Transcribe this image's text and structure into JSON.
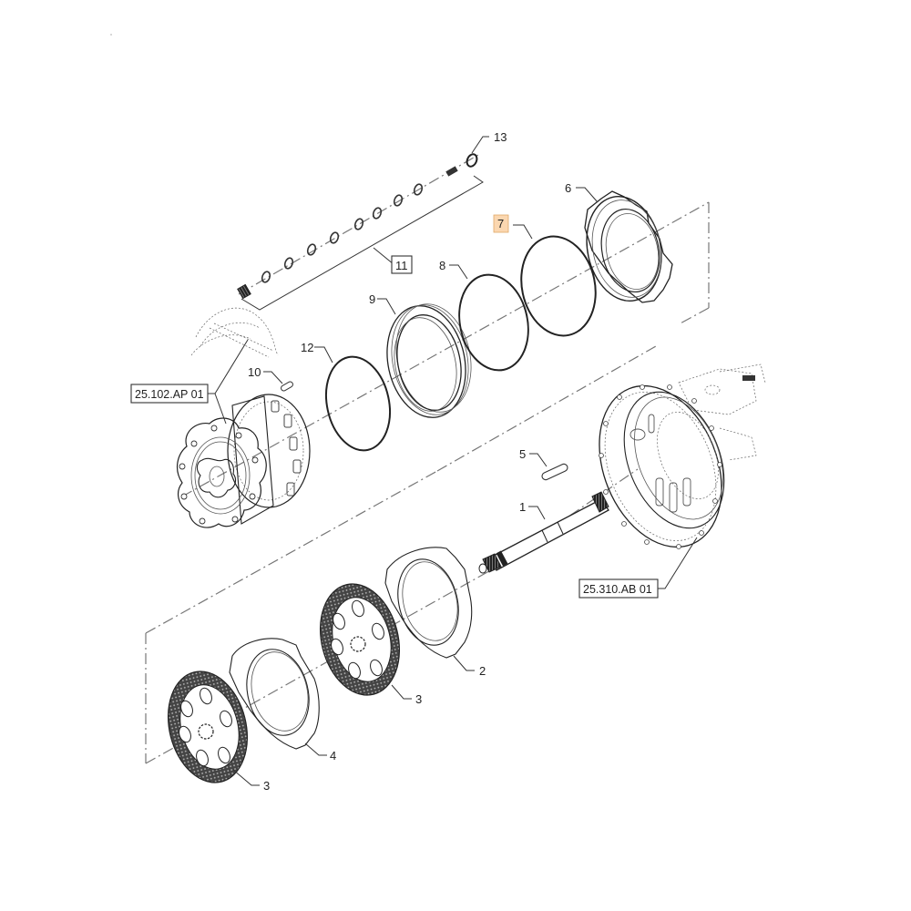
{
  "diagram": {
    "type": "exploded-parts-view",
    "highlight_color": "#fbd7b0",
    "callouts": [
      {
        "id": "1",
        "label": "1",
        "part": "axle-shaft"
      },
      {
        "id": "2",
        "label": "2",
        "part": "separator-plate"
      },
      {
        "id": "3a",
        "label": "3",
        "part": "friction-disc"
      },
      {
        "id": "3b",
        "label": "3",
        "part": "friction-disc"
      },
      {
        "id": "4",
        "label": "4",
        "part": "separator-plate"
      },
      {
        "id": "5",
        "label": "5",
        "part": "dowel-pin"
      },
      {
        "id": "6",
        "label": "6",
        "part": "brake-piston-housing"
      },
      {
        "id": "7",
        "label": "7",
        "part": "o-ring-large",
        "highlighted": true
      },
      {
        "id": "8",
        "label": "8",
        "part": "o-ring"
      },
      {
        "id": "9",
        "label": "9",
        "part": "brake-piston"
      },
      {
        "id": "10",
        "label": "10",
        "part": "pin"
      },
      {
        "id": "11",
        "label": "11",
        "part": "o-ring"
      },
      {
        "id": "12",
        "label": "12",
        "part": "spring-kit",
        "boxed": true
      },
      {
        "id": "13",
        "label": "13",
        "part": "seal-ring"
      }
    ],
    "references": [
      {
        "id": "ref1",
        "label": "25.102.AP 01",
        "part": "final-drive-hub"
      },
      {
        "id": "ref2",
        "label": "25.310.AB 01",
        "part": "brake-housing"
      }
    ]
  }
}
